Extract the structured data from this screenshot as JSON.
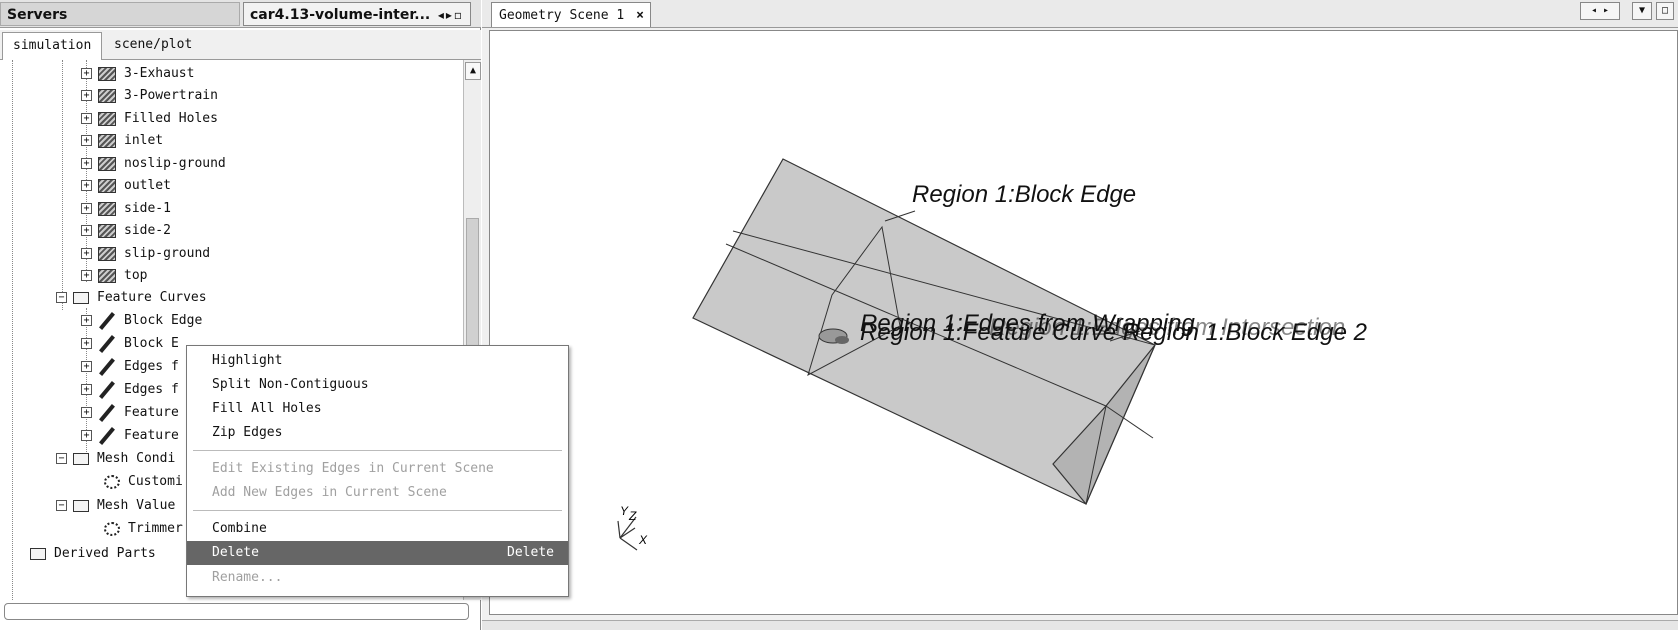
{
  "left_panel": {
    "servers_tab": "Servers",
    "volume_tab": "car4.13-volume-inter...",
    "subtabs": [
      "simulation",
      "scene/plot"
    ],
    "tree": [
      {
        "label": "3-Exhaust",
        "icon": "surface-icon",
        "expander": "+"
      },
      {
        "label": "3-Powertrain",
        "icon": "surface-icon",
        "expander": "+"
      },
      {
        "label": "Filled Holes",
        "icon": "surface-icon",
        "expander": "+"
      },
      {
        "label": "inlet",
        "icon": "surface-icon",
        "expander": "+"
      },
      {
        "label": "noslip-ground",
        "icon": "surface-icon",
        "expander": "+"
      },
      {
        "label": "outlet",
        "icon": "surface-icon",
        "expander": "+"
      },
      {
        "label": "side-1",
        "icon": "surface-icon",
        "expander": "+"
      },
      {
        "label": "side-2",
        "icon": "surface-icon",
        "expander": "+"
      },
      {
        "label": "slip-ground",
        "icon": "surface-icon",
        "expander": "+"
      },
      {
        "label": "top",
        "icon": "surface-icon",
        "expander": "+"
      },
      {
        "label": "Feature Curves",
        "icon": "folder-icon",
        "expander": "−"
      },
      {
        "label": "Block Edge",
        "icon": "curve-icon",
        "expander": "+"
      },
      {
        "label": "Block E",
        "icon": "curve-icon",
        "expander": "+"
      },
      {
        "label": "Edges f",
        "icon": "curve-icon",
        "expander": "+"
      },
      {
        "label": "Edges f",
        "icon": "curve-icon",
        "expander": "+"
      },
      {
        "label": "Feature",
        "icon": "curve-icon",
        "expander": "+"
      },
      {
        "label": "Feature",
        "icon": "curve-icon",
        "expander": "+"
      },
      {
        "label": "Mesh Condi",
        "icon": "folder-icon",
        "expander": "−"
      },
      {
        "label": "Customi",
        "icon": "mesh-icon",
        "expander": ""
      },
      {
        "label": "Mesh Value",
        "icon": "folder-icon",
        "expander": "−"
      },
      {
        "label": "Trimmer",
        "icon": "mesh-icon",
        "expander": ""
      },
      {
        "label": "Derived Parts",
        "icon": "folder-icon",
        "expander": ""
      }
    ]
  },
  "context_menu": {
    "items": [
      {
        "label": "Highlight",
        "enabled": true
      },
      {
        "label": "Split Non-Contiguous",
        "enabled": true
      },
      {
        "label": "Fill All Holes",
        "enabled": true
      },
      {
        "label": "Zip Edges",
        "enabled": true
      },
      {
        "label": "Edit Existing Edges in Current Scene",
        "enabled": false
      },
      {
        "label": "Add New Edges in Current Scene",
        "enabled": false
      },
      {
        "label": "Combine",
        "enabled": true
      },
      {
        "label": "Delete",
        "enabled": true,
        "shortcut": "Delete",
        "selected": true
      },
      {
        "label": "Rename...",
        "enabled": false
      }
    ]
  },
  "scene": {
    "tab_label": "Geometry Scene 1",
    "close_glyph": "×",
    "labels": {
      "block_edge": "Region 1:Block Edge",
      "edges_wrapping": "Region 1:Edges from Wrapping",
      "overlap": "Region 1:Feature Curve Region 1:Block Edge 2",
      "overlap_ghost": "Region 1:Edges from Intersection"
    },
    "axes": {
      "y": "Y",
      "z": "Z",
      "x": "X"
    },
    "colors": {
      "block_face": "#c8c8c8",
      "block_dark": "#b4b4b4",
      "edge": "#333333",
      "selected": "#666666"
    }
  }
}
